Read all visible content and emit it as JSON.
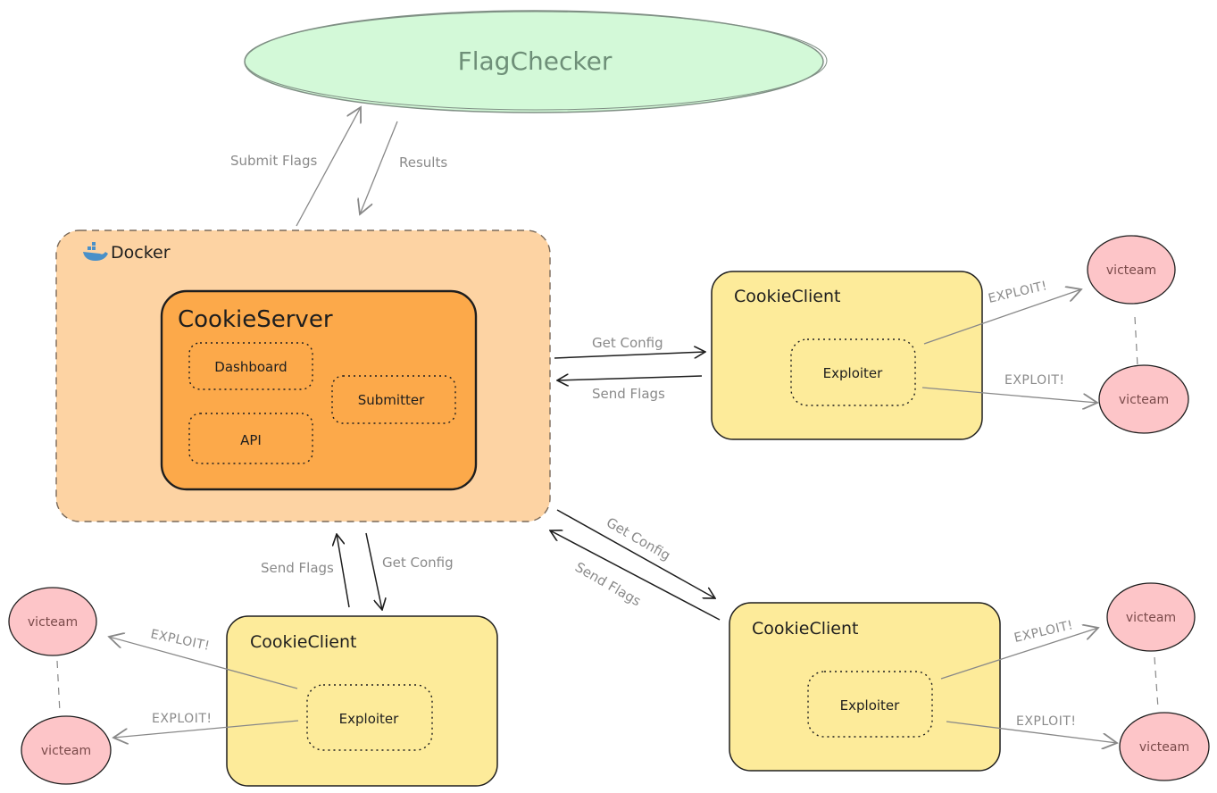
{
  "colors": {
    "flagchecker_fill": "#d3f9d8",
    "flagchecker_text": "#6e8f78",
    "docker_fill": "#fdd3a3",
    "server_fill": "#fca94a",
    "client_fill": "#fdeb9a",
    "victeam_fill": "#fdc5c8",
    "stroke_dark": "#1e1e1e",
    "stroke_gray": "#888888"
  },
  "flagchecker": {
    "label": "FlagChecker"
  },
  "submit_edge": {
    "submit_label": "Submit Flags",
    "results_label": "Results"
  },
  "docker": {
    "label": "Docker",
    "icon": "whale-icon"
  },
  "server": {
    "title": "CookieServer",
    "components": {
      "dashboard": "Dashboard",
      "submitter": "Submitter",
      "api": "API"
    }
  },
  "clients": {
    "top_right": {
      "title": "CookieClient",
      "exploiter": "Exploiter"
    },
    "bottom_left": {
      "title": "CookieClient",
      "exploiter": "Exploiter"
    },
    "bottom_right": {
      "title": "CookieClient",
      "exploiter": "Exploiter"
    }
  },
  "edges": {
    "tr_get": "Get Config",
    "tr_send": "Send Flags",
    "bl_send": "Send Flags",
    "bl_get": "Get Config",
    "br_get": "Get Config",
    "br_send": "Send Flags"
  },
  "exploit_labels": {
    "tr_upper": "EXPLOIT!",
    "tr_lower": "EXPLOIT!",
    "bl_upper": "EXPLOIT!",
    "bl_lower": "EXPLOIT!",
    "br_upper": "EXPLOIT!",
    "br_lower": "EXPLOIT!"
  },
  "victeams": {
    "tr_top": "victeam",
    "tr_bottom": "victeam",
    "bl_top": "victeam",
    "bl_bottom": "victeam",
    "br_top": "victeam",
    "br_bottom": "victeam"
  }
}
